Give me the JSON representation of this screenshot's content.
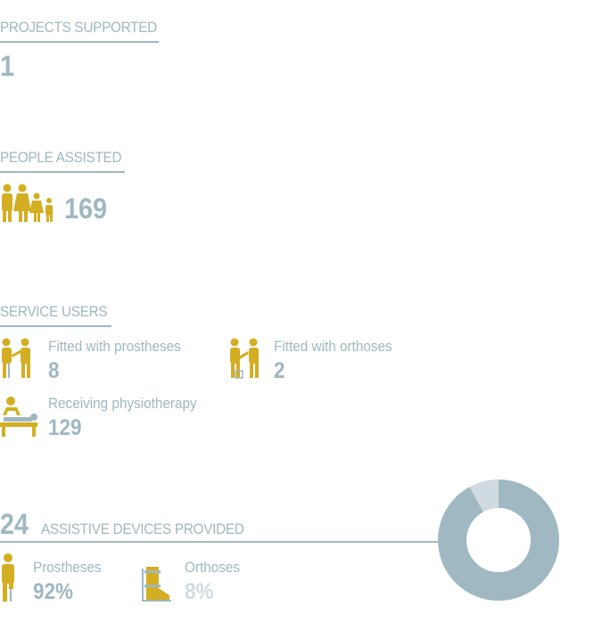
{
  "projects": {
    "heading": "PROJECTS SUPPORTED",
    "value": "1"
  },
  "people": {
    "heading": "PEOPLE ASSISTED",
    "value": "169",
    "icon": "family-icon"
  },
  "service_users": {
    "heading": "SERVICE USERS",
    "items": [
      {
        "label": "Fitted with prostheses",
        "value": "8",
        "icon": "prosthesis-fitting-icon"
      },
      {
        "label": "Fitted with orthoses",
        "value": "2",
        "icon": "orthosis-fitting-icon"
      },
      {
        "label": "Receiving physiotherapy",
        "value": "129",
        "icon": "physiotherapy-icon"
      }
    ]
  },
  "devices": {
    "value": "24",
    "heading": "ASSISTIVE DEVICES PROVIDED",
    "items": [
      {
        "label": "Prostheses",
        "value": "92%",
        "icon": "prosthetic-leg-icon"
      },
      {
        "label": "Orthoses",
        "value": "8%",
        "icon": "foot-orthosis-icon"
      }
    ]
  },
  "colors": {
    "primary": "#9fb8c1",
    "accent": "#d4ae22",
    "light": "#cfdbe0"
  },
  "chart_data": {
    "type": "pie",
    "donut": true,
    "categories": [
      "Prostheses",
      "Orthoses"
    ],
    "values": [
      92,
      8
    ],
    "colors": [
      "#9fb8c1",
      "#cfdbe0"
    ]
  }
}
